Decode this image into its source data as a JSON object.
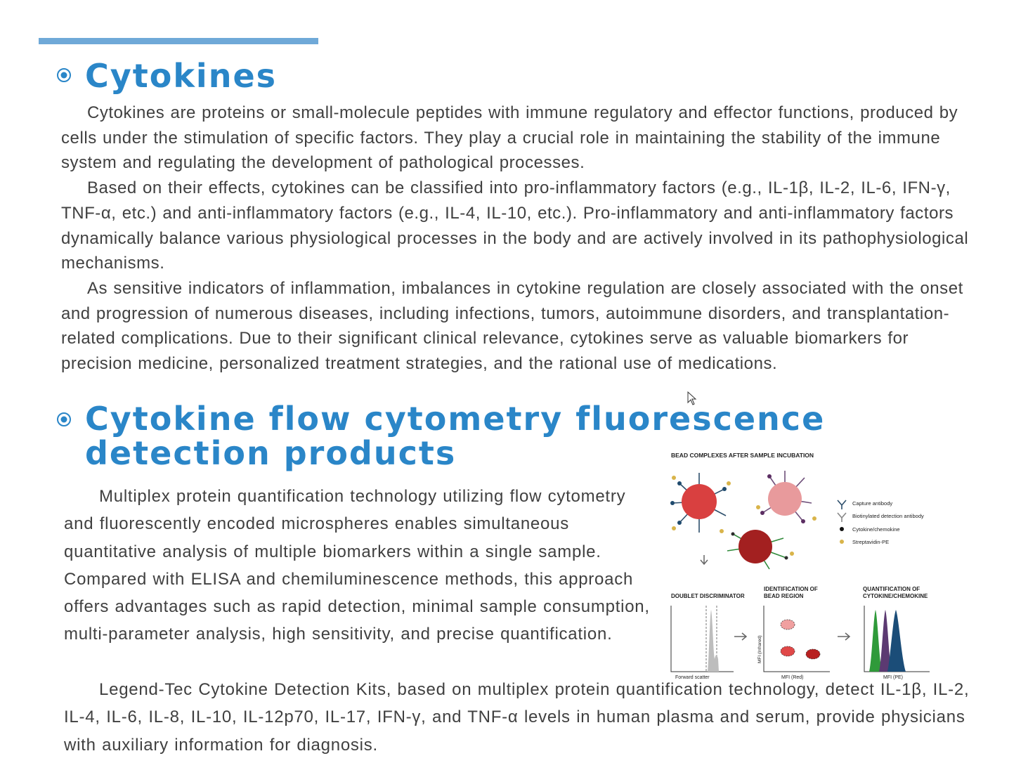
{
  "section1": {
    "title": "Cytokines",
    "paragraphs": [
      "Cytokines are proteins or small-molecule peptides with immune regulatory and effector functions, produced by cells under the stimulation of specific factors. They play a crucial role in maintaining the stability of the immune system and regulating the development of pathological processes.",
      "Based on their effects, cytokines can be classified into pro-inflammatory factors (e.g., IL-1β, IL-2, IL-6, IFN-γ, TNF-α, etc.) and anti-inflammatory factors (e.g., IL-4, IL-10, etc.). Pro-inflammatory and anti-inflammatory factors dynamically balance various physiological processes in the body and are actively involved in its pathophysiological mechanisms.",
      "As sensitive indicators of inflammation, imbalances in cytokine regulation are closely associated with the onset and progression of numerous diseases, including infections, tumors, autoimmune disorders, and transplantation-related complications. Due to their significant clinical relevance, cytokines serve as valuable biomarkers for precision medicine, personalized treatment strategies, and the rational use of medications."
    ]
  },
  "section2": {
    "title": "Cytokine flow cytometry fluorescence detection products",
    "paragraph1": "Multiplex protein quantification technology utilizing flow cytometry and fluorescently encoded microspheres enables simultaneous quantitative analysis of multiple biomarkers  within a single sample. Compared with ELISA and chemiluminescence methods, this approach offers advantages such as rapid detection, minimal sample consumption, multi-parameter analysis, high sensitivity, and precise quantification.",
    "paragraph2": "Legend-Tec Cytokine Detection Kits, based on multiplex protein quantification technology, detect IL-1β, IL-2, IL-4, IL-6, IL-8, IL-10, IL-12p70, IL-17, IFN-γ, and TNF-α levels in human plasma and serum, provide physicians with auxiliary information for diagnosis."
  },
  "figure": {
    "title": "BEAD COMPLEXES AFTER SAMPLE INCUBATION",
    "legend": [
      "Capture antibody",
      "Biotinylated detection antibody",
      "Cytokine/chemokine",
      "Streptavidin-PE"
    ],
    "panel1_title": "DOUBLET DISCRIMINATOR",
    "panel1_xlabel": "Forward scatter",
    "panel2_title_line1": "IDENTIFICATION OF",
    "panel2_title_line2": "BEAD REGION",
    "panel2_xlabel": "MFI (Red)",
    "panel2_ylabel": "MFI (Infrared)",
    "panel3_title_line1": "QUANTIFICATION OF",
    "panel3_title_line2": "CYTOKINE/CHEMOKINE",
    "panel3_xlabel": "MFI (PE)"
  },
  "colors": {
    "title": "#2a86c8",
    "accent_bar": "#6fa9d8",
    "body_text": "#404040"
  },
  "icons": {
    "bullet": "circle-bullet-icon",
    "cursor": "mouse-pointer-icon"
  }
}
